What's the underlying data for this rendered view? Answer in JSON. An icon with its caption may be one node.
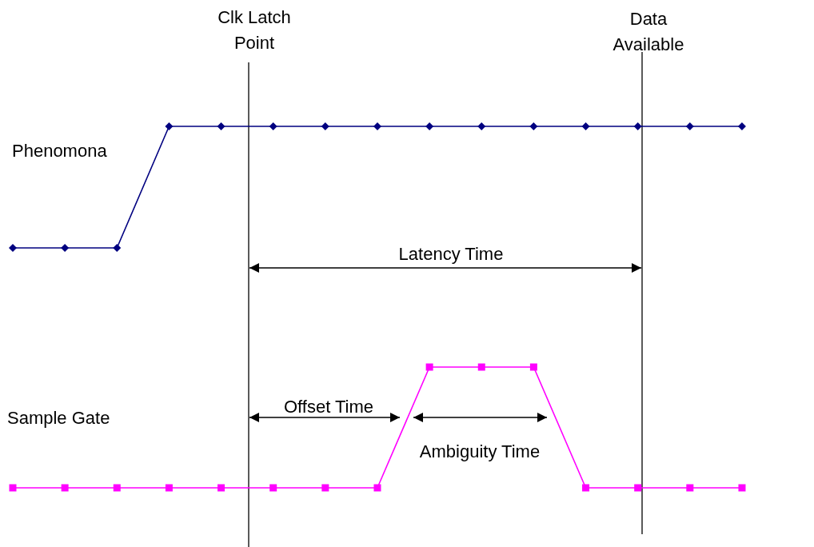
{
  "diagram": {
    "labels": [
      "Clk Latch Point",
      "Data Available",
      "Phenomona",
      "Latency Time",
      "Sample Gate",
      "Offset Time",
      "Ambiguity Time"
    ]
  }
}
